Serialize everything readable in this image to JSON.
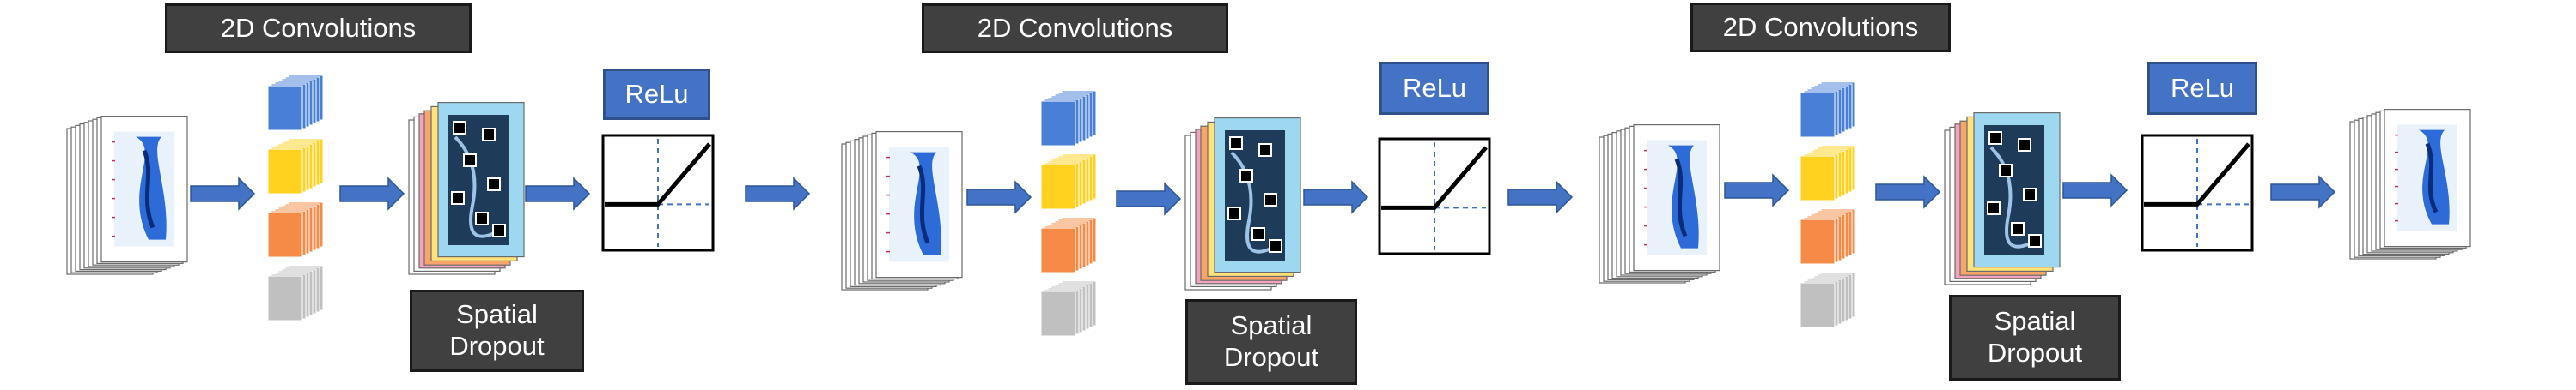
{
  "blocks": [
    {
      "conv_label": "2D Convolutions",
      "dropout_label": [
        "Spatial",
        "Dropout"
      ],
      "activation_label": "ReLu"
    },
    {
      "conv_label": "2D Convolutions",
      "dropout_label": [
        "Spatial",
        "Dropout"
      ],
      "activation_label": "ReLu"
    },
    {
      "conv_label": "2D Convolutions",
      "dropout_label": [
        "Spatial",
        "Dropout"
      ],
      "activation_label": "ReLu"
    }
  ],
  "colors": {
    "arrow": "#4472c4",
    "label_box": "#404040",
    "relu_box": "#4472c4",
    "filter_blue": "#4a7fd8",
    "filter_yellow": "#ffd21f",
    "filter_orange": "#f58b47",
    "filter_gray": "#c0c0c0",
    "map_cyan": "#9ed8f0",
    "map_orange": "#f8a56a",
    "map_yellow": "#ffe27a",
    "map_pink": "#f4a3bf"
  },
  "icons": [
    "feature-map-stack-icon",
    "filter-bank-icon",
    "dropout-feature-maps-icon",
    "relu-graph-icon",
    "arrow-right-icon"
  ]
}
